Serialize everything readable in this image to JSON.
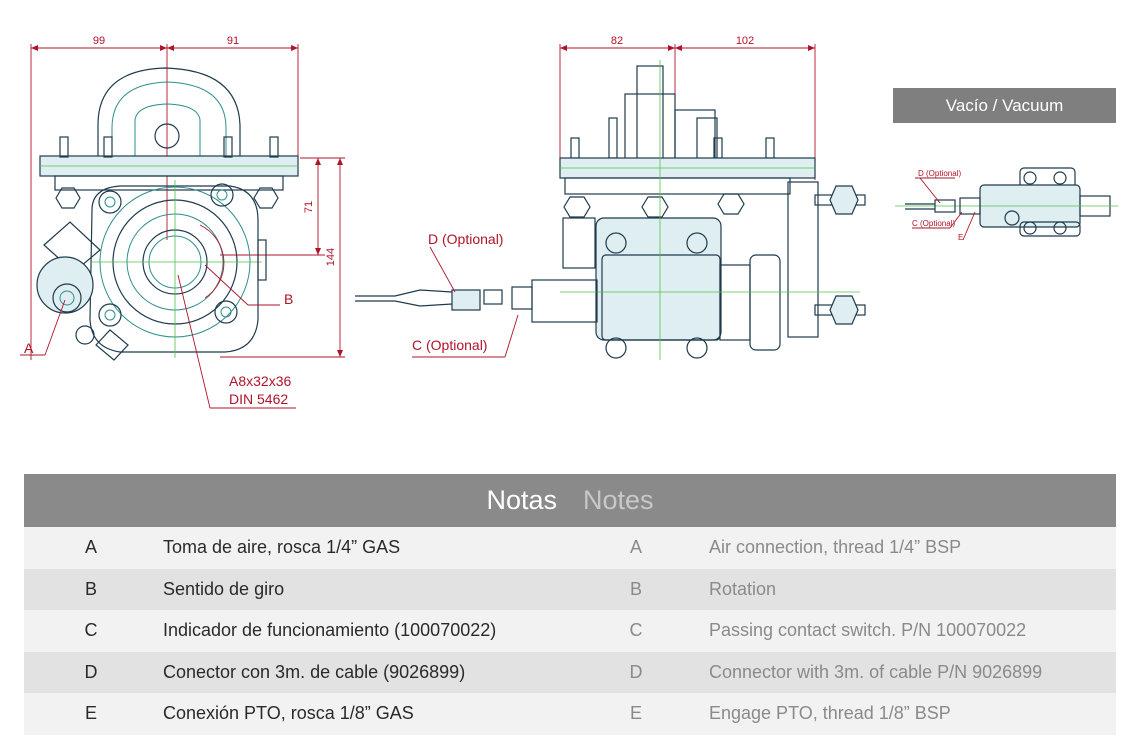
{
  "drawing": {
    "front_view": {
      "dim_width_left": "99",
      "dim_width_right": "91",
      "dim_height_upper": "71",
      "dim_height_total": "144",
      "label_a": "A",
      "label_b": "B",
      "spline_line1": "A8x32x36",
      "spline_line2": "DIN 5462"
    },
    "side_view": {
      "dim_width_left": "82",
      "dim_width_right": "102",
      "label_d": "D (Optional)",
      "label_c": "C (Optional)"
    },
    "vacuum_view": {
      "title": "Vacío / Vacuum",
      "label_d": "D (Optional)",
      "label_c": "C (Optional)",
      "label_e": "E"
    }
  },
  "notes": {
    "title_es": "Notas",
    "title_en": "Notes",
    "rows": [
      {
        "key": "A",
        "es": "Toma de aire, rosca 1/4” GAS",
        "key_en": "A",
        "en": "Air connection, thread 1/4” BSP"
      },
      {
        "key": "B",
        "es": "Sentido de giro",
        "key_en": "B",
        "en": "Rotation"
      },
      {
        "key": "C",
        "es": "Indicador de funcionamiento (100070022)",
        "key_en": "C",
        "en": "Passing contact switch. P/N 100070022"
      },
      {
        "key": "D",
        "es": "Conector con 3m. de cable (9026899)",
        "key_en": "D",
        "en": "Connector with 3m. of cable P/N 9026899"
      },
      {
        "key": "E",
        "es": "Conexión PTO, rosca 1/8” GAS",
        "key_en": "E",
        "en": "Engage PTO, thread 1/8” BSP"
      }
    ]
  }
}
